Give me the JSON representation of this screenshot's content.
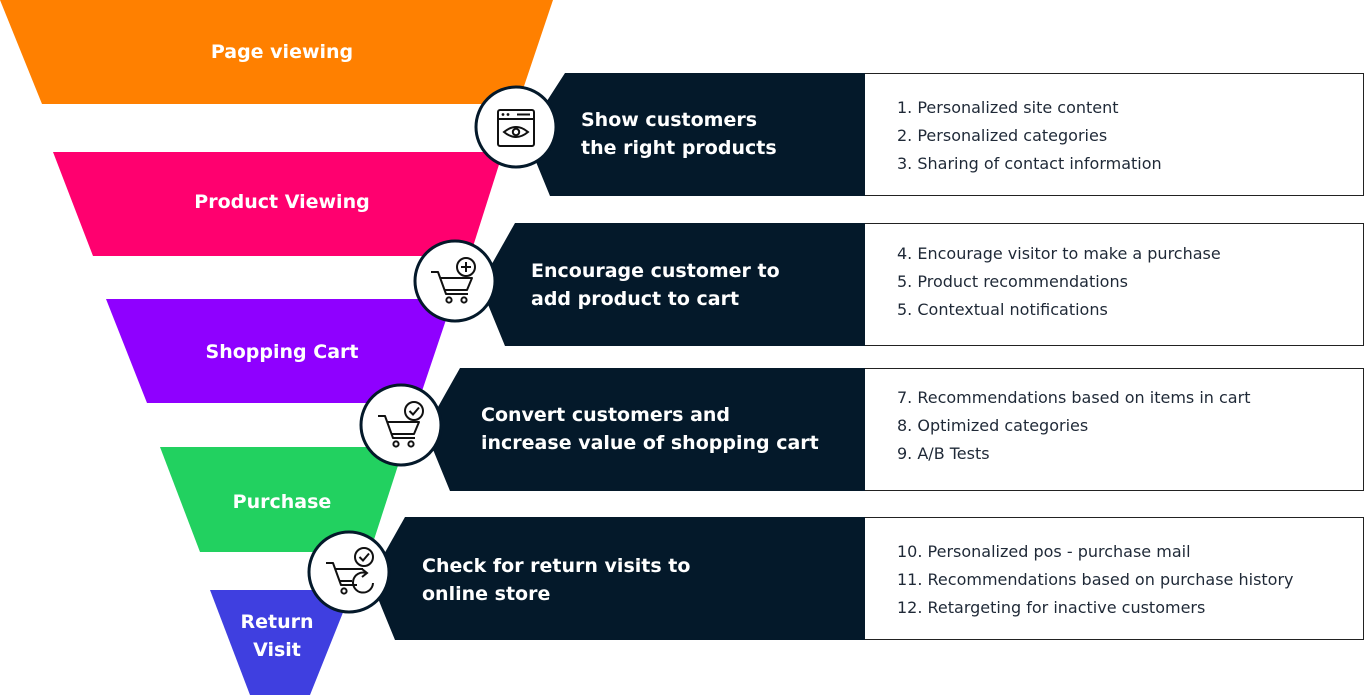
{
  "colors": {
    "stage_1": "#FF8000",
    "stage_2": "#FF006F",
    "stage_3": "#8F00FF",
    "stage_4": "#22D160",
    "stage_5": "#3F3FE0",
    "panel_dark": "#04192A",
    "panel_border": "#222222"
  },
  "stages": [
    {
      "name": "Page viewing",
      "icon": "browser-eye-icon",
      "action": [
        "Show customers",
        "the right products"
      ],
      "items": [
        "1. Personalized site content",
        "2. Personalized categories",
        "3. Sharing of contact information"
      ]
    },
    {
      "name": "Product Viewing",
      "icon": "cart-plus-icon",
      "action": [
        "Encourage customer to",
        "add product to cart"
      ],
      "items": [
        "4. Encourage visitor to make a purchase",
        "5. Product recommendations",
        "5. Contextual notifications"
      ]
    },
    {
      "name": "Shopping Cart",
      "icon": "cart-check-icon",
      "action": [
        "Convert customers and",
        "increase value of shopping cart"
      ],
      "items": [
        "7. Recommendations based on items in cart",
        "8. Optimized categories",
        "9. A/B Tests"
      ]
    },
    {
      "name": "Purchase",
      "icon": "cart-return-icon",
      "action": [
        "Check for return visits to",
        "online store"
      ],
      "items": [
        "10. Personalized pos - purchase mail",
        "11. Recommendations based on purchase history",
        "12. Retargeting for inactive customers"
      ]
    },
    {
      "name": "Return\nVisit"
    }
  ]
}
